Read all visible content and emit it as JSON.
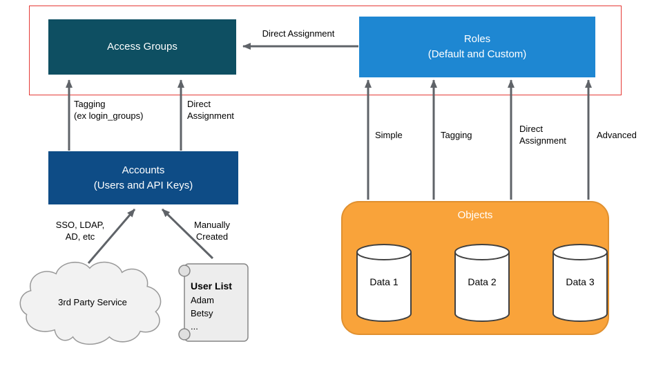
{
  "colors": {
    "access_groups_box": "#0e4f62",
    "roles_box": "#1e87d2",
    "accounts_box": "#0e4c86",
    "objects_container": "#f9a33a",
    "arrow": "#5f6368",
    "frame": "#e53935"
  },
  "boxes": {
    "access_groups": {
      "label": "Access Groups"
    },
    "roles": {
      "label": "Roles\n(Default and Custom)"
    },
    "accounts": {
      "label": "Accounts\n(Users and API Keys)"
    },
    "objects": {
      "label": "Objects"
    }
  },
  "databases": [
    {
      "label": "Data 1"
    },
    {
      "label": "Data 2"
    },
    {
      "label": "Data 3"
    }
  ],
  "cloud": {
    "label": "3rd Party Service"
  },
  "scroll": {
    "title": "User List",
    "items": [
      "Adam",
      "Betsy",
      "..."
    ]
  },
  "arrows": {
    "roles_to_access_groups": "Direct Assignment",
    "accounts_to_groups_tagging": "Tagging\n(ex login_groups)",
    "accounts_to_groups_direct": "Direct\nAssignment",
    "cloud_to_accounts": "SSO, LDAP,\nAD, etc",
    "scroll_to_accounts": "Manually\nCreated",
    "objects_to_roles_simple": "Simple",
    "objects_to_roles_tagging": "Tagging",
    "objects_to_roles_direct": "Direct\nAssignment",
    "objects_to_roles_advanced": "Advanced"
  }
}
